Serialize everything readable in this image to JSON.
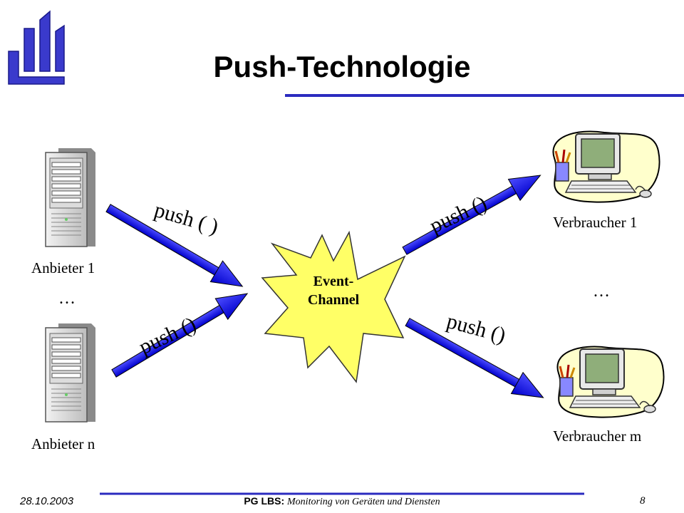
{
  "slide": {
    "title": "Push-Technologie",
    "center": {
      "line1": "Event-",
      "line2": "Channel"
    },
    "providers": [
      "Anbieter 1",
      "Anbieter n"
    ],
    "consumers": [
      "Verbraucher 1",
      "Verbraucher m"
    ],
    "ellipsis": "…",
    "push_labels": {
      "provider_1": "push ( )",
      "provider_n": "push ()",
      "consumer_1": "push ()",
      "consumer_m": "push ()"
    }
  },
  "footer": {
    "date": "28.10.2003",
    "org": "PG LBS:",
    "subtitle": "Monitoring von Geräten und Diensten",
    "page": "8"
  },
  "colors": {
    "arrow": "#1a1aff",
    "burst_fill": "#ffff66",
    "logo_blue": "#3a3acc",
    "rule_blue": "#2b2bbf"
  }
}
